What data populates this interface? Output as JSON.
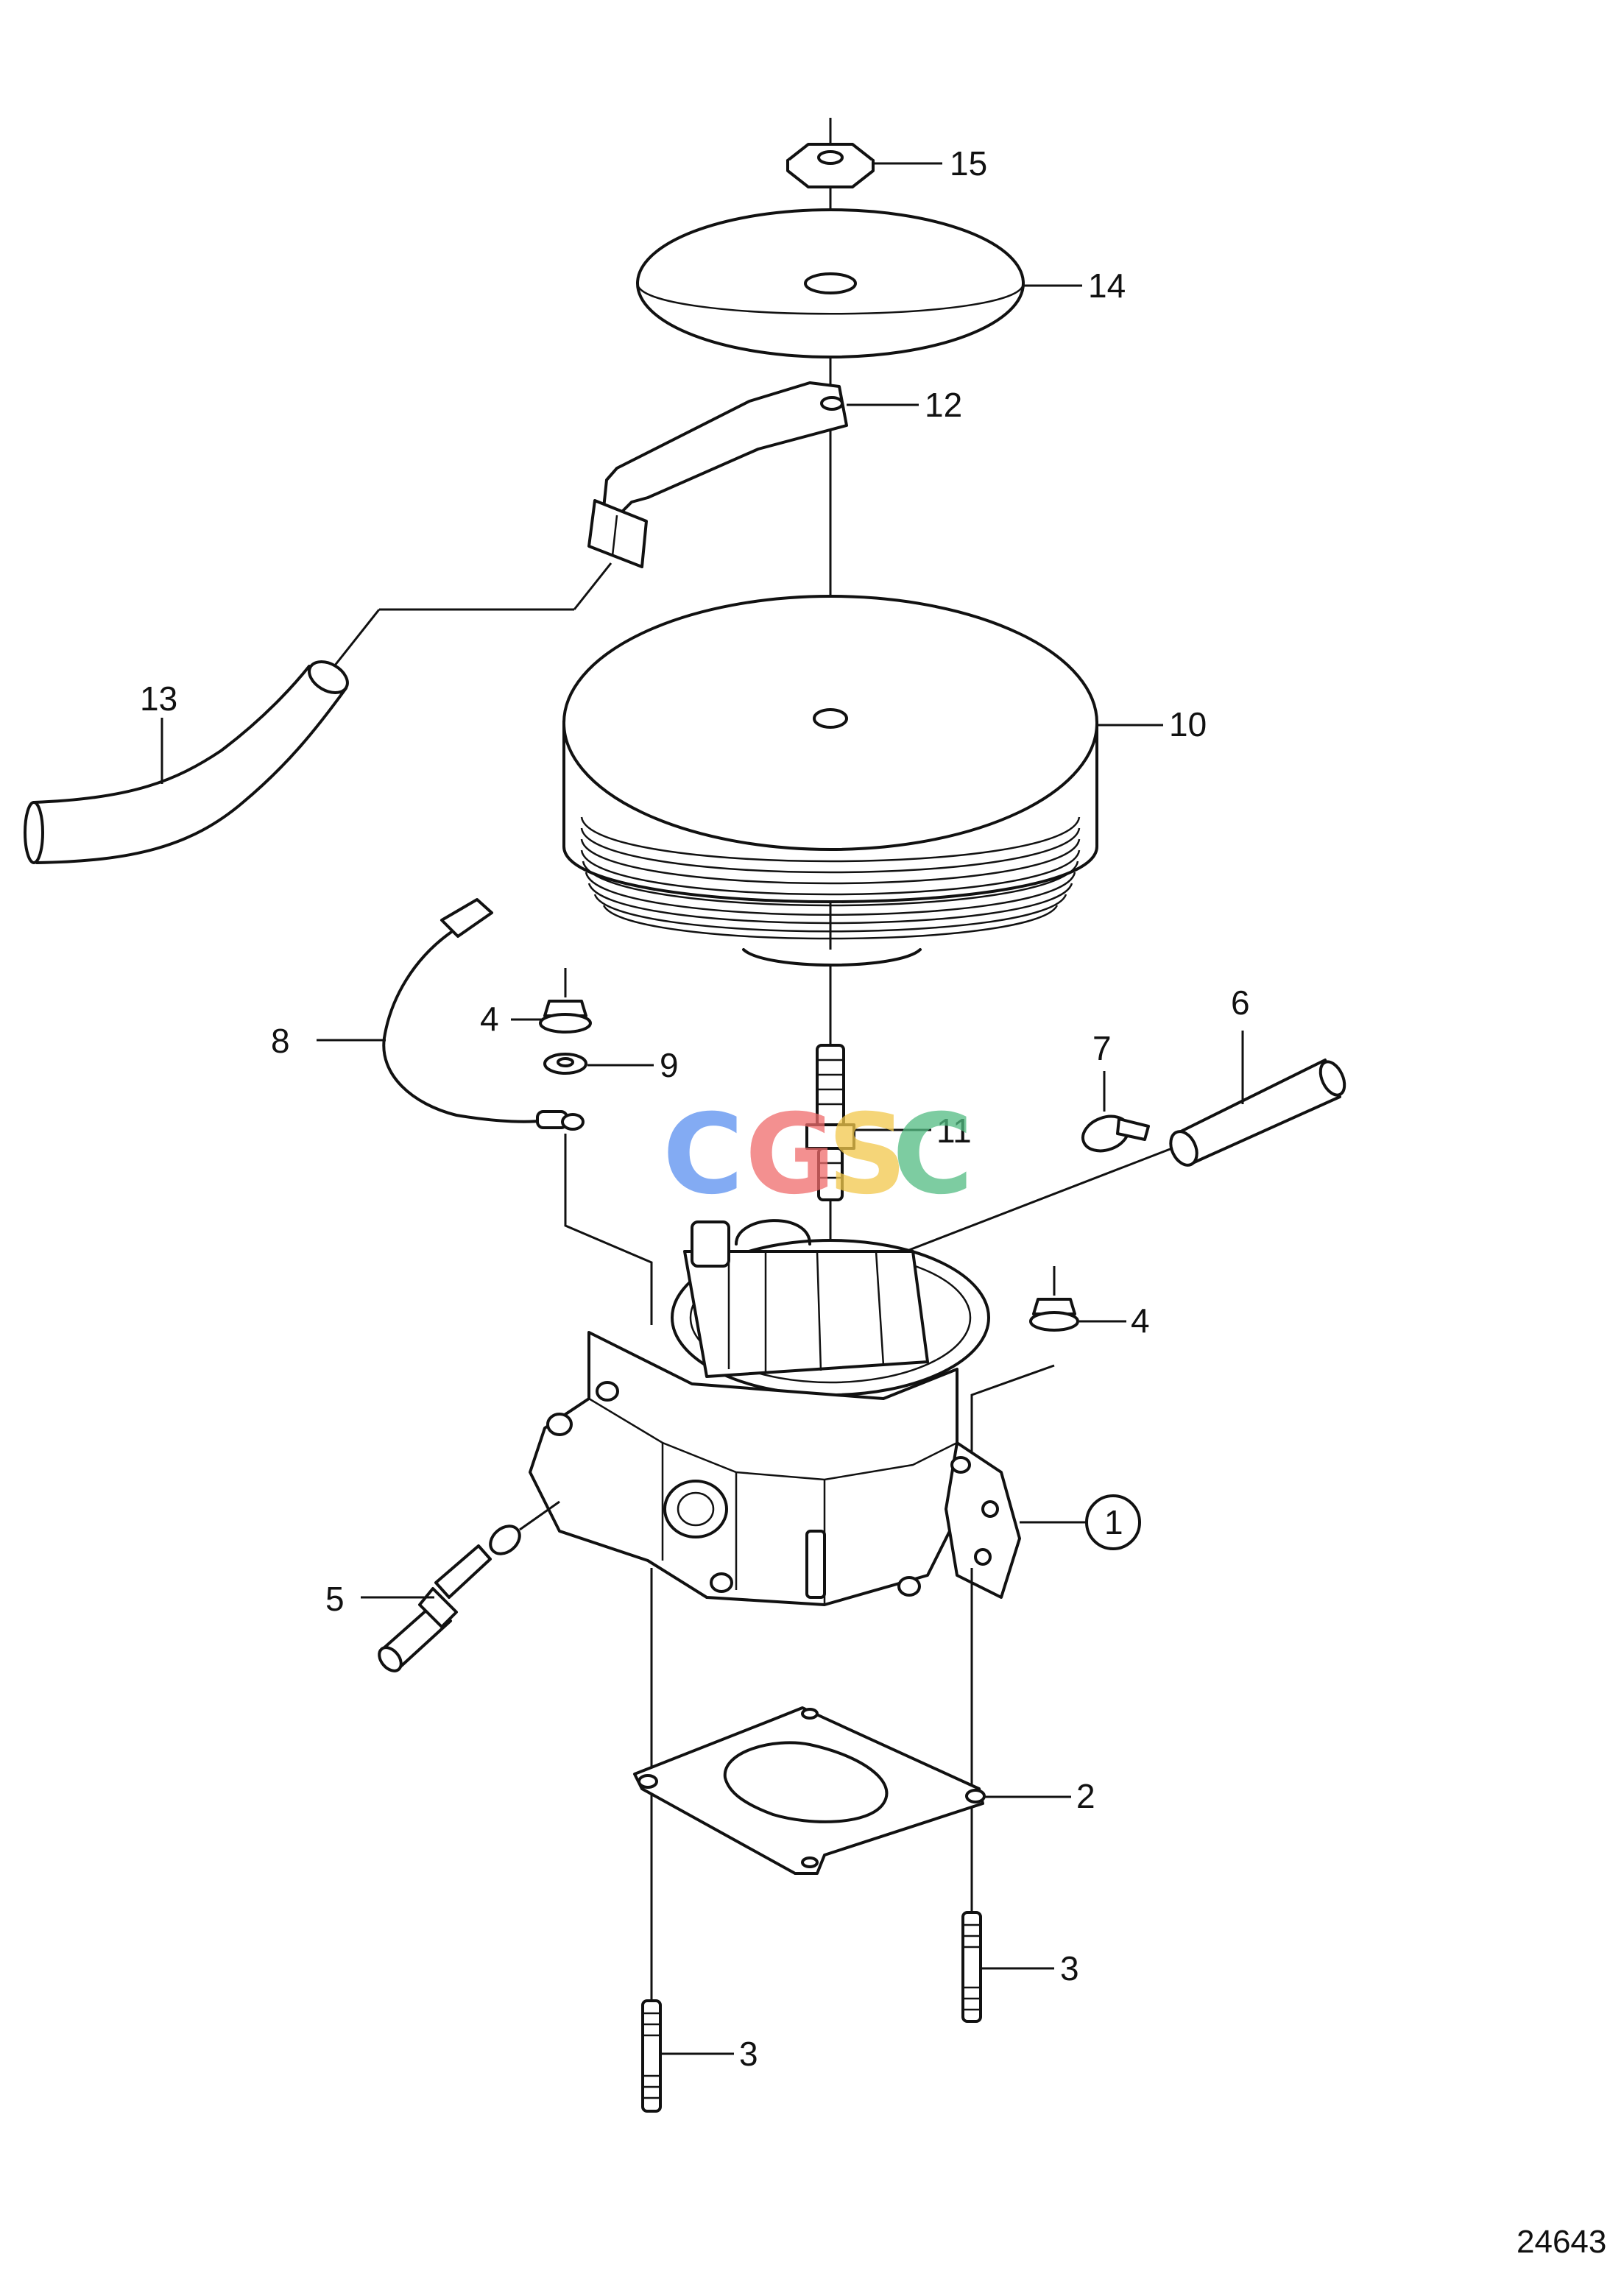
{
  "drawing_number": "24643",
  "watermark": {
    "letters": [
      "C",
      "G",
      "S",
      "C"
    ],
    "colors": [
      "#5a8ff0",
      "#ef6b6b",
      "#f2c84b",
      "#52bc82"
    ]
  },
  "callouts": {
    "p1": "1",
    "p2": "2",
    "p3a": "3",
    "p3b": "3",
    "p4a": "4",
    "p4b": "4",
    "p5": "5",
    "p6": "6",
    "p7": "7",
    "p8": "8",
    "p9": "9",
    "p10": "10",
    "p11": "11",
    "p12": "12",
    "p13": "13",
    "p14": "14",
    "p15": "15"
  },
  "colors": {
    "line": "#111111",
    "background": "#ffffff"
  }
}
